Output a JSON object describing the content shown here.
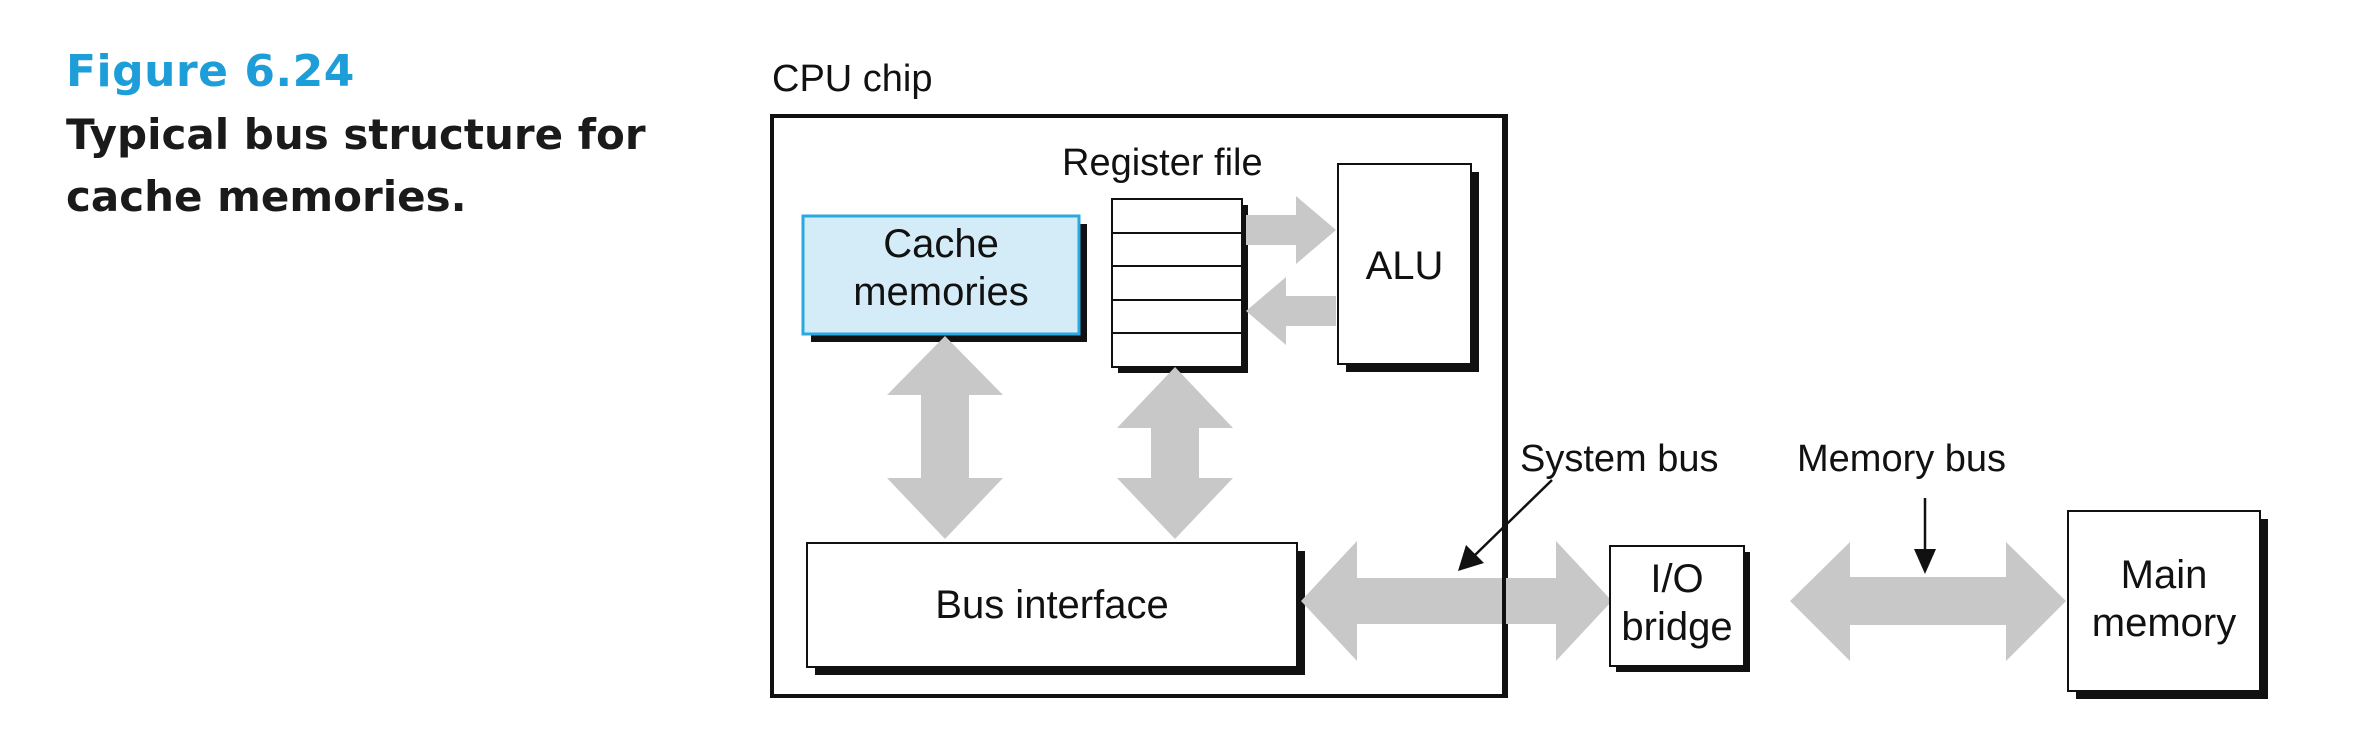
{
  "caption": {
    "figure_number": "Figure 6.24",
    "title_line_1": "Typical bus structure for",
    "title_line_2": "cache memories."
  },
  "diagram": {
    "cpu_chip_label": "CPU chip",
    "register_file_label": "Register file",
    "cache_line_1": "Cache",
    "cache_line_2": "memories",
    "alu_label": "ALU",
    "bus_interface_label": "Bus interface",
    "system_bus_label": "System bus",
    "memory_bus_label": "Memory bus",
    "io_bridge_line_1": "I/O",
    "io_bridge_line_2": "bridge",
    "main_memory_line_1": "Main",
    "main_memory_line_2": "memory"
  },
  "colors": {
    "caption_number": "#1e9ed8",
    "cache_fill": "#d4ecf8",
    "cache_border": "#2aa8df",
    "arrow_gray": "#c8c8c8"
  }
}
